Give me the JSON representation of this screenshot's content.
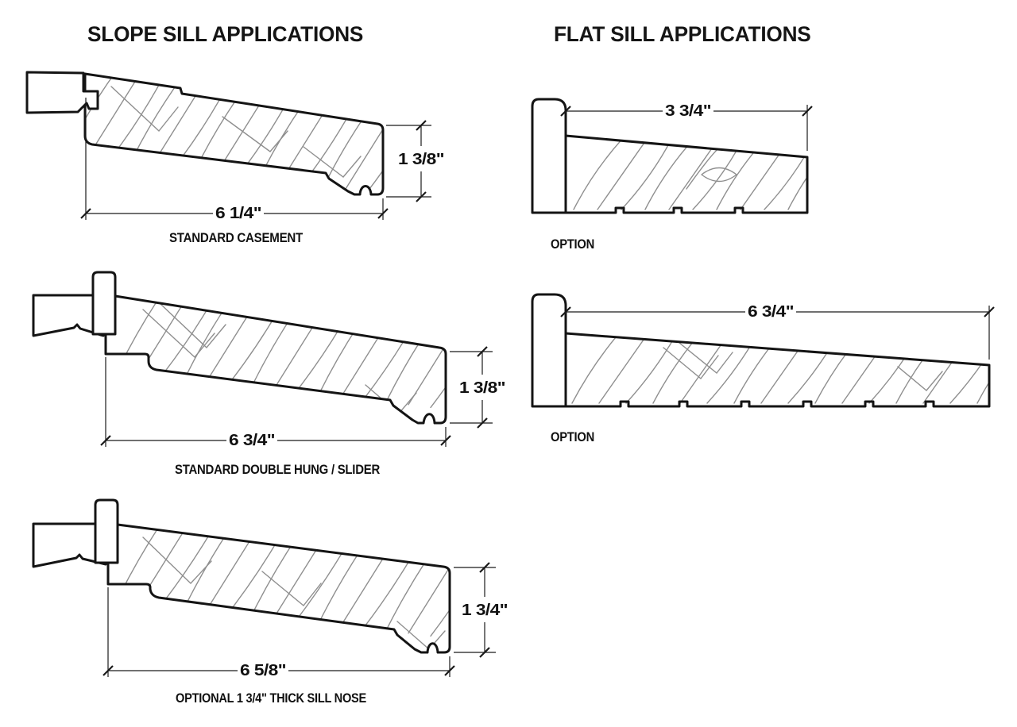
{
  "page": {
    "background": "#ffffff",
    "ink_color": "#141414",
    "grain_color": "#8f8f8f"
  },
  "sections": {
    "slope": {
      "title": "SLOPE SILL APPLICATIONS"
    },
    "flat": {
      "title": "FLAT SILL APPLICATIONS"
    }
  },
  "drawings": {
    "standard_casement": {
      "label": "STANDARD CASEMENT",
      "width_dim": "6 1/4\"",
      "thickness_dim": "1 3/8\""
    },
    "standard_double_hung_slider": {
      "label": "STANDARD DOUBLE HUNG / SLIDER",
      "width_dim": "6 3/4\"",
      "thickness_dim": "1 3/8\""
    },
    "optional_thick_sill_nose": {
      "label": "OPTIONAL 1 3/4\" THICK SILL NOSE",
      "width_dim": "6 5/8\"",
      "thickness_dim": "1 3/4\""
    },
    "flat_option_small": {
      "label": "OPTION",
      "width_dim": "3 3/4\""
    },
    "flat_option_large": {
      "label": "OPTION",
      "width_dim": "6 3/4\""
    }
  }
}
